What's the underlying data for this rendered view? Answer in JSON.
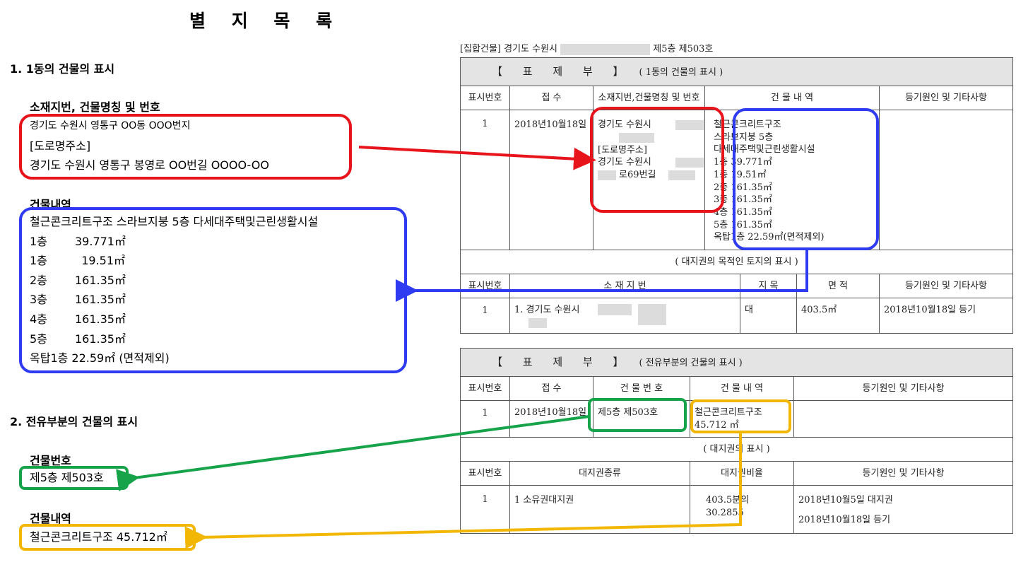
{
  "title": "별 지 목 록",
  "left": {
    "section1": "1.   1동의 건물의 표시",
    "location_heading": "소재지번, 건물명칭 및 번호",
    "location_lines": [
      "경기도 수원시 영통구 OO동 OOO번지",
      "[도로명주소]",
      "경기도 수원시 영통구 봉영로 OO번길 OOOO-OO"
    ],
    "building_heading": "건물내역",
    "building_desc": "철근콘크리트구조 스라브지붕 5층 다세대주택및근린생활시설",
    "floors": [
      {
        "floor": "1층",
        "area": "39.771㎡"
      },
      {
        "floor": "1층",
        "area": "19.51㎡"
      },
      {
        "floor": "2층",
        "area": "161.35㎡"
      },
      {
        "floor": "3층",
        "area": "161.35㎡"
      },
      {
        "floor": "4층",
        "area": "161.35㎡"
      },
      {
        "floor": "5층",
        "area": "161.35㎡"
      }
    ],
    "rooftop": "옥탑1층  22.59㎡ (면적제외)",
    "section2": "2. 전유부분의 건물의 표시",
    "unit_heading": "건물번호",
    "unit_value": "제5층  제503호",
    "unit_building_heading": "건물내역",
    "unit_building_value": "철근콘크리트구조 45.712㎡"
  },
  "doc": {
    "header_prefix": "[집합건물] 경기도 수원시",
    "header_suffix": "제5층  제503호",
    "table1": {
      "bar_main": "【 표 제 부 】",
      "bar_sub": "( 1동의 건물의 표시 )",
      "headers": [
        "표시번호",
        "접  수",
        "소재지번,건물명칭 및 번호",
        "건 물 내 역",
        "등기원인 및 기타사항"
      ],
      "row_no": "1",
      "row_date": "2018년10월18일",
      "row_location": [
        "경기도 수원시",
        "",
        "[도로명주소]",
        "경기도 수원시",
        "로69번길"
      ],
      "row_building": [
        "철근콘크리트구조",
        "스라브지붕 5층",
        "다세대주택및근린생활시설",
        "1층 39.771㎡",
        "1층 19.51㎡",
        "2층 161.35㎡",
        "3층 161.35㎡",
        "4층 161.35㎡",
        "5층 161.35㎡",
        "옥탑1층 22.59㎡(면적제외)"
      ],
      "land_title": "( 대지권의 목적인 토지의 표시 )",
      "land_headers": [
        "표시번호",
        "소 재 지 번",
        "지  목",
        "면  적",
        "등기원인 및 기타사항"
      ],
      "land_row": {
        "no": "1",
        "location": "1. 경기도 수원시",
        "category": "대",
        "area": "403.5㎡",
        "note": "2018년10월18일 등기"
      }
    },
    "table2": {
      "bar_main": "【 표 제 부 】",
      "bar_sub": "( 전유부분의 건물의 표시 )",
      "headers": [
        "표시번호",
        "접  수",
        "건 물 번 호",
        "건 물 내 역",
        "등기원인 및 기타사항"
      ],
      "row": {
        "no": "1",
        "date": "2018년10월18일",
        "unit": "제5층 제503호",
        "building": [
          "철근콘크리트구조",
          "45.712 ㎡"
        ]
      },
      "right_title": "( 대지권의 표시 )",
      "right_headers": [
        "표시번호",
        "대지권종류",
        "대지권비율",
        "등기원인 및 기타사항"
      ],
      "right_row": {
        "no": "1",
        "type": "1 소유권대지권",
        "ratio": [
          "403.5분의",
          "30.2855"
        ],
        "notes": [
          "2018년10월5일 대지권",
          "2018년10월18일 등기"
        ]
      }
    }
  },
  "colors": {
    "red": "#e8141c",
    "blue": "#2f3bf0",
    "green": "#16a34a",
    "yellow": "#f2b705"
  }
}
